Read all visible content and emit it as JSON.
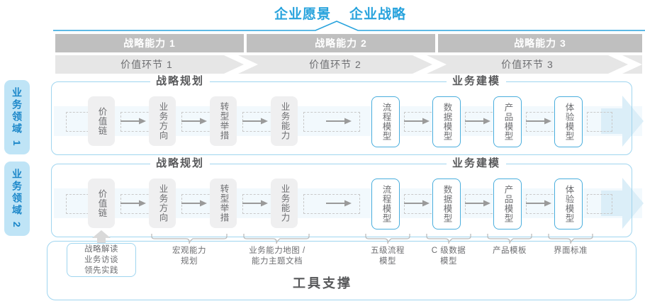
{
  "header": {
    "vision_title": "企业愿景",
    "strategy_title": "企业战略"
  },
  "capability_bar": {
    "items": [
      {
        "label": "战略能力 1"
      },
      {
        "label": "战略能力 2"
      },
      {
        "label": "战略能力 3"
      }
    ],
    "color": "#bfbfbf"
  },
  "value_bar": {
    "items": [
      {
        "label": "价值环节 1"
      },
      {
        "label": "价值环节 2"
      },
      {
        "label": "价值环节 3"
      }
    ],
    "color": "#e6e6e6"
  },
  "domains": [
    {
      "label": "业务领域 1"
    },
    {
      "label": "业务领域 2"
    }
  ],
  "sections": {
    "planning_title": "战略规划",
    "modeling_title": "业务建模"
  },
  "nodes": {
    "planning": [
      {
        "label": "价值链"
      },
      {
        "label": "业务方向"
      },
      {
        "label": "转型举措"
      },
      {
        "label": "业务能力"
      }
    ],
    "modeling": [
      {
        "label": "流程模型"
      },
      {
        "label": "数据模型"
      },
      {
        "label": "产品模型"
      },
      {
        "label": "体验模型"
      }
    ]
  },
  "annotations": {
    "box": {
      "line1": "战略解读",
      "line2": "业务访谈",
      "line3": "领先实践"
    },
    "items": [
      {
        "label": "宏观能力\n规划"
      },
      {
        "label": "业务能力地图 /\n能力主题文档"
      },
      {
        "label": "五级流程\n模型"
      },
      {
        "label": "C 级数据\n模型"
      },
      {
        "label": "产品模板"
      },
      {
        "label": "界面标准"
      }
    ]
  },
  "footer": {
    "tool_support_title": "工具支撑"
  },
  "colors": {
    "accent_blue": "#28a3dd",
    "light_blue_border": "#9fd5ef",
    "node_blue_border": "#4aaedd",
    "band_blue": "#f2f9fd",
    "pale_arrow": "#dbeef8",
    "gray_node": "#efeff0",
    "text_gray": "#6d6e71"
  }
}
